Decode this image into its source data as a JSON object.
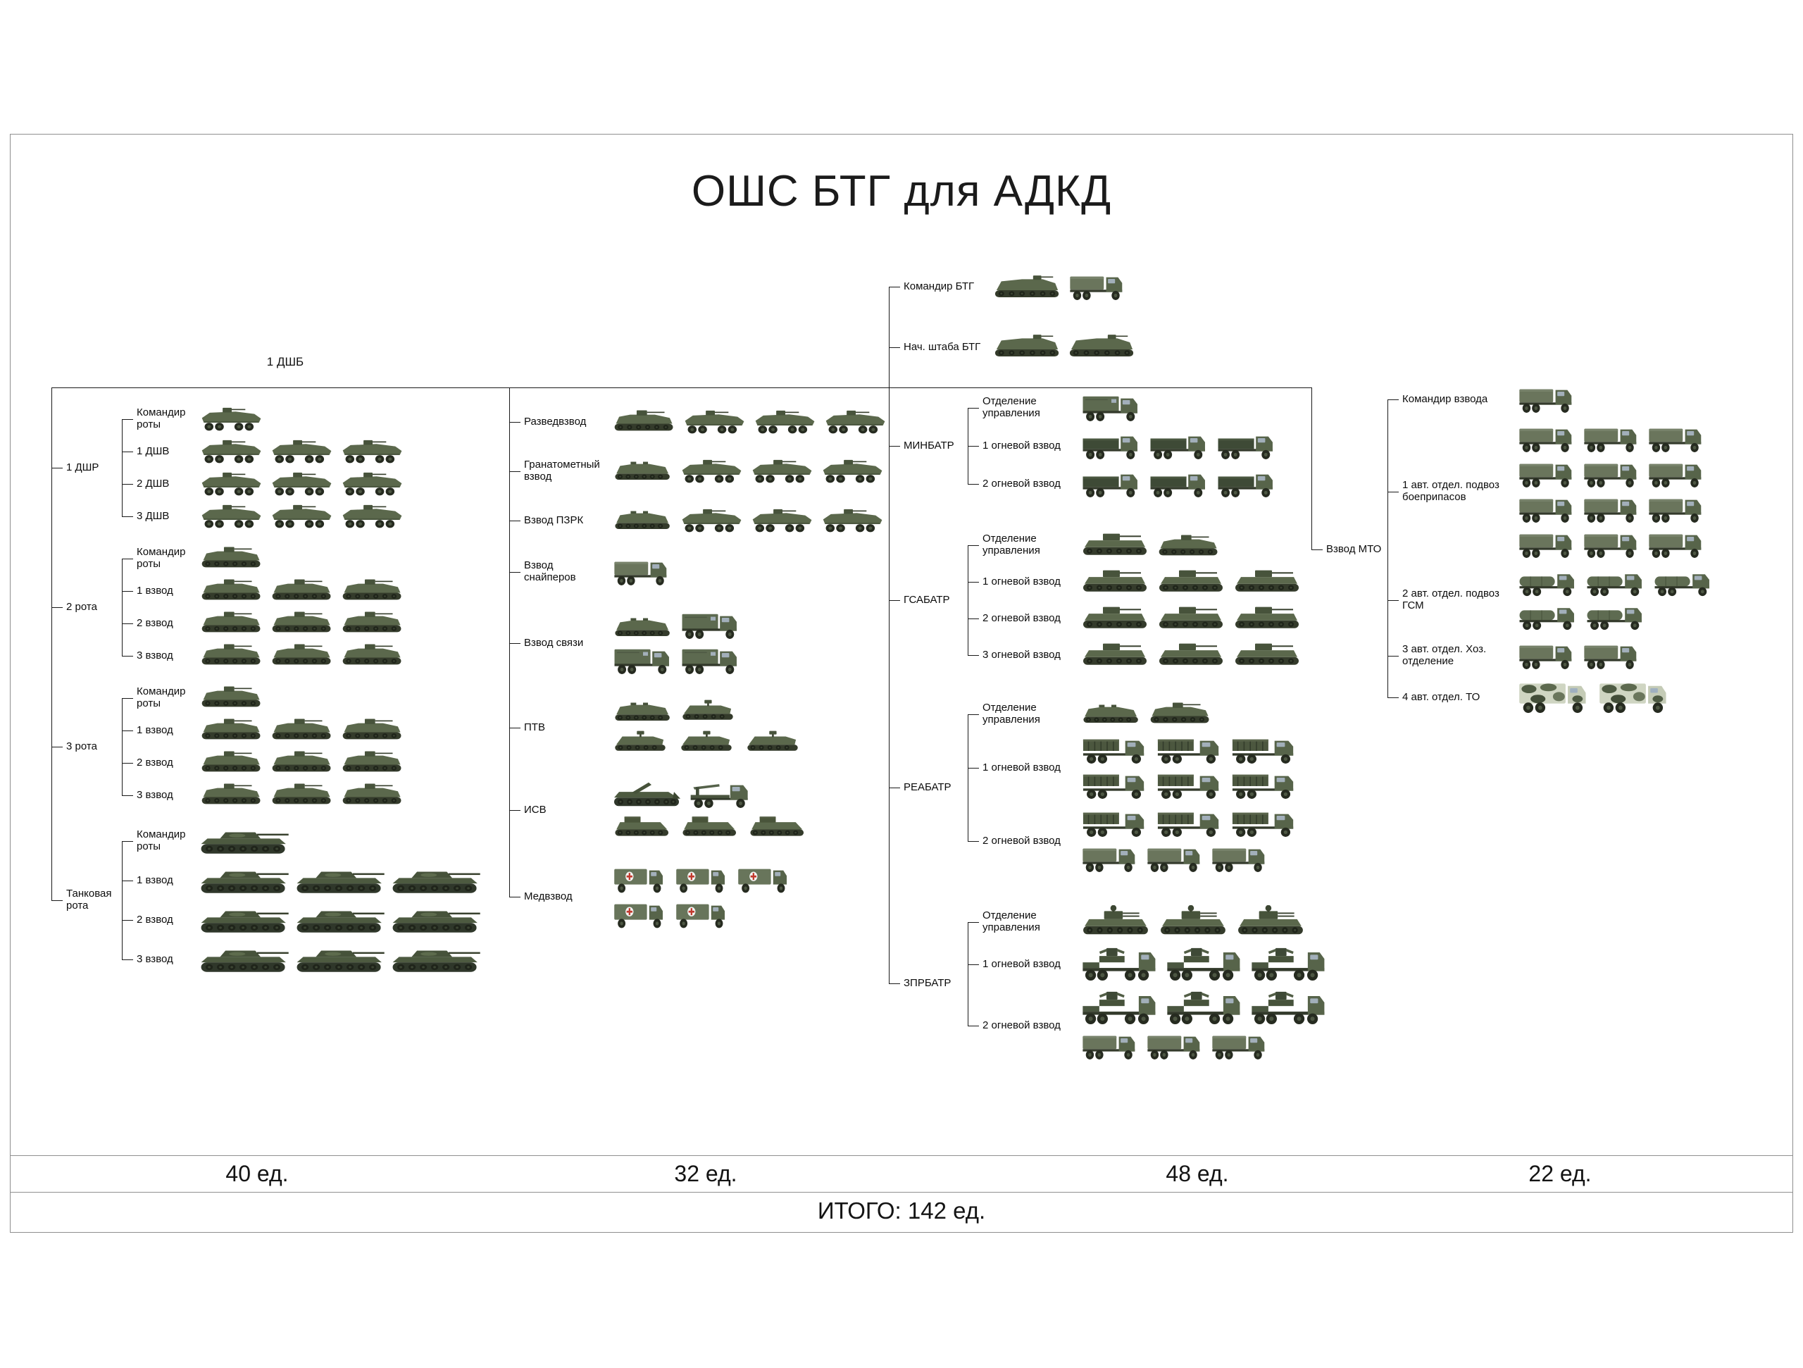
{
  "title": "ОШС БТГ для АДКД",
  "totals": {
    "col1": "40 ед.",
    "col2": "32 ед.",
    "col3": "48 ед.",
    "col4": "22 ед.",
    "grand": "ИТОГО: 142 ед."
  },
  "colors": {
    "background": "#ffffff",
    "line": "#1a1a1a",
    "vehicle_green": "#5b684c",
    "frame_border": "#8f8f8f",
    "camo_light": "#cfd5c2",
    "cross_red": "#c23a2e"
  },
  "icon_names": {
    "btr": "wheeled-apc-icon",
    "bmd": "tracked-ifv-icon",
    "tank": "tank-icon",
    "btrd": "tracked-apc-icon",
    "truck": "cargo-truck-icon",
    "cmdtruck": "command-box-truck-icon",
    "aptracked": "command-tracked-apc-icon",
    "mortartruck": "mortar-truck-icon",
    "spg": "self-propelled-gun-icon",
    "grad": "mlrs-truck-icon",
    "aatracked": "tracked-aa-vehicle-icon",
    "pantsir": "aa-missile-gun-truck-icon",
    "ambulance": "ambulance-van-icon",
    "fueltruck": "fuel-truck-icon",
    "workshop": "camo-workshop-van-icon",
    "kornet": "atgm-carrier-icon",
    "eng": "engineer-vehicle-icon",
    "ur77": "mine-clearing-vehicle-icon",
    "cranetruck": "crane-truck-icon"
  },
  "columns": [
    {
      "id": "col1",
      "header": "1 ДШБ",
      "total": "40 ед.",
      "branches": [
        {
          "label": "1 ДШР",
          "children": [
            {
              "label": "Командир роты",
              "rows": [
                [
                  {
                    "type": "btr",
                    "count": 1
                  }
                ]
              ]
            },
            {
              "label": "1 ДШВ",
              "rows": [
                [
                  {
                    "type": "btr",
                    "count": 3
                  }
                ]
              ]
            },
            {
              "label": "2 ДШВ",
              "rows": [
                [
                  {
                    "type": "btr",
                    "count": 3
                  }
                ]
              ]
            },
            {
              "label": "3 ДШВ",
              "rows": [
                [
                  {
                    "type": "btr",
                    "count": 3
                  }
                ]
              ]
            }
          ]
        },
        {
          "label": "2 рота",
          "children": [
            {
              "label": "Командир роты",
              "rows": [
                [
                  {
                    "type": "bmd",
                    "count": 1
                  }
                ]
              ]
            },
            {
              "label": "1 взвод",
              "rows": [
                [
                  {
                    "type": "bmd",
                    "count": 3
                  }
                ]
              ]
            },
            {
              "label": "2 взвод",
              "rows": [
                [
                  {
                    "type": "bmd",
                    "count": 3
                  }
                ]
              ]
            },
            {
              "label": "3 взвод",
              "rows": [
                [
                  {
                    "type": "bmd",
                    "count": 3
                  }
                ]
              ]
            }
          ]
        },
        {
          "label": "3 рота",
          "children": [
            {
              "label": "Командир роты",
              "rows": [
                [
                  {
                    "type": "bmd",
                    "count": 1
                  }
                ]
              ]
            },
            {
              "label": "1 взвод",
              "rows": [
                [
                  {
                    "type": "bmd",
                    "count": 3
                  }
                ]
              ]
            },
            {
              "label": "2 взвод",
              "rows": [
                [
                  {
                    "type": "bmd",
                    "count": 3
                  }
                ]
              ]
            },
            {
              "label": "3 взвод",
              "rows": [
                [
                  {
                    "type": "bmd",
                    "count": 3
                  }
                ]
              ]
            }
          ]
        },
        {
          "label": "Танковая рота",
          "children": [
            {
              "label": "Командир роты",
              "rows": [
                [
                  {
                    "type": "tank",
                    "count": 1
                  }
                ]
              ]
            },
            {
              "label": "1 взвод",
              "rows": [
                [
                  {
                    "type": "tank",
                    "count": 3
                  }
                ]
              ]
            },
            {
              "label": "2 взвод",
              "rows": [
                [
                  {
                    "type": "tank",
                    "count": 3
                  }
                ]
              ]
            },
            {
              "label": "3 взвод",
              "rows": [
                [
                  {
                    "type": "tank",
                    "count": 3
                  }
                ]
              ]
            }
          ]
        }
      ]
    },
    {
      "id": "col2",
      "total": "32 ед.",
      "branches": [
        {
          "label": "Разведвзвод",
          "rows": [
            [
              {
                "type": "bmd",
                "count": 1
              },
              {
                "type": "btr",
                "count": 3
              }
            ]
          ]
        },
        {
          "label": "Гранатометный взвод",
          "rows": [
            [
              {
                "type": "btrd",
                "count": 1
              },
              {
                "type": "btr",
                "count": 3
              }
            ]
          ]
        },
        {
          "label": "Взвод ПЗРК",
          "rows": [
            [
              {
                "type": "btrd",
                "count": 1
              },
              {
                "type": "btr",
                "count": 3
              }
            ]
          ]
        },
        {
          "label": "Взвод снайперов",
          "rows": [
            [
              {
                "type": "truck",
                "count": 1
              }
            ]
          ]
        },
        {
          "label": "Взвод связи",
          "rows": [
            [
              {
                "type": "btrd",
                "count": 1
              },
              {
                "type": "cmdtruck",
                "count": 1
              }
            ],
            [
              {
                "type": "cmdtruck",
                "count": 2
              }
            ]
          ]
        },
        {
          "label": "ПТВ",
          "rows": [
            [
              {
                "type": "btrd",
                "count": 1
              },
              {
                "type": "kornet",
                "count": 1
              }
            ],
            [
              {
                "type": "kornet",
                "count": 3
              }
            ]
          ]
        },
        {
          "label": "ИСВ",
          "rows": [
            [
              {
                "type": "eng",
                "count": 1
              },
              {
                "type": "cranetruck",
                "count": 1
              }
            ],
            [
              {
                "type": "ur77",
                "count": 3
              }
            ]
          ]
        },
        {
          "label": "Медвзвод",
          "rows": [
            [
              {
                "type": "ambulance",
                "count": 3
              }
            ],
            [
              {
                "type": "ambulance",
                "count": 2
              }
            ]
          ]
        }
      ]
    },
    {
      "id": "col3",
      "total": "48 ед.",
      "branches": [
        {
          "label": "Командир БТГ",
          "rows": [
            [
              {
                "type": "aptracked",
                "count": 1
              },
              {
                "type": "truck",
                "count": 1
              }
            ]
          ]
        },
        {
          "label": "Нач. штаба БТГ",
          "rows": [
            [
              {
                "type": "aptracked",
                "count": 2
              }
            ]
          ]
        },
        {
          "label": "МИНБАТР",
          "children": [
            {
              "label": "Отделение управления",
              "rows": [
                [
                  {
                    "type": "cmdtruck",
                    "count": 1
                  }
                ]
              ]
            },
            {
              "label": "1 огневой взвод",
              "rows": [
                [
                  {
                    "type": "mortartruck",
                    "count": 3
                  }
                ]
              ]
            },
            {
              "label": "2 огневой взвод",
              "rows": [
                [
                  {
                    "type": "mortartruck",
                    "count": 3
                  }
                ]
              ]
            }
          ]
        },
        {
          "label": "ГСАБАТР",
          "children": [
            {
              "label": "Отделение управления",
              "rows": [
                [
                  {
                    "type": "spg",
                    "count": 1
                  },
                  {
                    "type": "bmd",
                    "count": 1
                  }
                ]
              ]
            },
            {
              "label": "1 огневой взвод",
              "rows": [
                [
                  {
                    "type": "spg",
                    "count": 3
                  }
                ]
              ]
            },
            {
              "label": "2 огневой взвод",
              "rows": [
                [
                  {
                    "type": "spg",
                    "count": 3
                  }
                ]
              ]
            },
            {
              "label": "3 огневой взвод",
              "rows": [
                [
                  {
                    "type": "spg",
                    "count": 3
                  }
                ]
              ]
            }
          ]
        },
        {
          "label": "РЕАБАТР",
          "children": [
            {
              "label": "Отделение управления",
              "rows": [
                [
                  {
                    "type": "btrd",
                    "count": 1
                  },
                  {
                    "type": "bmd",
                    "count": 1
                  }
                ]
              ]
            },
            {
              "label": "1 огневой взвод",
              "rows": [
                [
                  {
                    "type": "grad",
                    "count": 3
                  }
                ],
                [
                  {
                    "type": "grad",
                    "count": 3
                  }
                ]
              ]
            },
            {
              "label": "2 огневой взвод",
              "rows": [
                [
                  {
                    "type": "grad",
                    "count": 3
                  }
                ],
                [
                  {
                    "type": "truck",
                    "count": 3
                  }
                ]
              ]
            }
          ]
        },
        {
          "label": "ЗПРБАТР",
          "children": [
            {
              "label": "Отделение управления",
              "rows": [
                [
                  {
                    "type": "aatracked",
                    "count": 3
                  }
                ]
              ]
            },
            {
              "label": "1 огневой взвод",
              "rows": [
                [
                  {
                    "type": "pantsir",
                    "count": 3
                  }
                ]
              ]
            },
            {
              "label": "2 огневой взвод",
              "rows": [
                [
                  {
                    "type": "pantsir",
                    "count": 3
                  }
                ],
                [
                  {
                    "type": "truck",
                    "count": 3
                  }
                ]
              ]
            }
          ]
        }
      ]
    },
    {
      "id": "col4",
      "total": "22 ед.",
      "branches": [
        {
          "label": "Взвод МТО",
          "children": [
            {
              "label": "Командир взвода",
              "rows": [
                [
                  {
                    "type": "truck",
                    "count": 1
                  }
                ]
              ]
            },
            {
              "label": "1 авт. отдел. подвоз боеприпасов",
              "rows": [
                [
                  {
                    "type": "truck",
                    "count": 3
                  }
                ],
                [
                  {
                    "type": "truck",
                    "count": 3
                  }
                ],
                [
                  {
                    "type": "truck",
                    "count": 3
                  }
                ],
                [
                  {
                    "type": "truck",
                    "count": 3
                  }
                ]
              ]
            },
            {
              "label": "2 авт. отдел. подвоз ГСМ",
              "rows": [
                [
                  {
                    "type": "fueltruck",
                    "count": 3
                  }
                ],
                [
                  {
                    "type": "fueltruck",
                    "count": 2
                  }
                ]
              ]
            },
            {
              "label": "3 авт. отдел. Хоз. отделение",
              "rows": [
                [
                  {
                    "type": "truck",
                    "count": 2
                  }
                ]
              ]
            },
            {
              "label": "4 авт. отдел. ТО",
              "rows": [
                [
                  {
                    "type": "workshop",
                    "count": 2
                  }
                ]
              ]
            }
          ]
        }
      ]
    }
  ]
}
